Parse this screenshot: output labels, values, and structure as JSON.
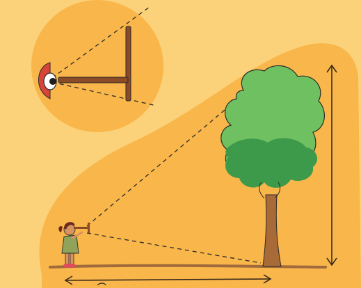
{
  "illustration": {
    "colors": {
      "background": "#fbd27a",
      "highlight_area": "#f9b64a",
      "ground": "#a06a3c",
      "tree_trunk": "#a86a36",
      "foliage_dark": "#3e9a4b",
      "foliage_light": "#6fc060",
      "outline": "#2b2b2b",
      "stick": "#8b4b24",
      "eye_red": "#d8443a"
    },
    "elements": [
      "observer-girl",
      "cross-staff",
      "tree",
      "height-arrow",
      "distance-arrow",
      "sight-lines",
      "inset-eye-detail"
    ]
  }
}
